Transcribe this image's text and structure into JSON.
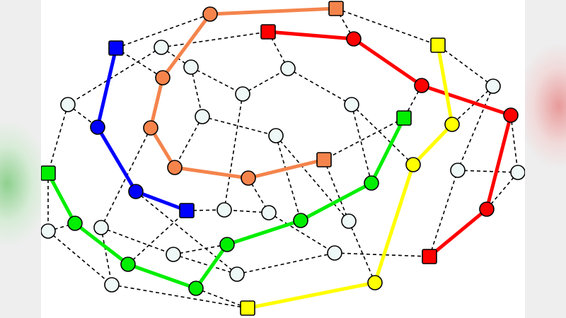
{
  "colors": {
    "orange": "#f4844c",
    "red": "#ff0000",
    "blue": "#0000ff",
    "green": "#00ee00",
    "yellow": "#ffff00",
    "empty": "#eef8f6",
    "edge": "#000000"
  },
  "nodes": [
    {
      "id": "A",
      "shape": "square",
      "color": "orange"
    },
    {
      "id": "B",
      "shape": "circle",
      "color": "orange"
    },
    {
      "id": "C",
      "shape": "circle",
      "color": "orange"
    },
    {
      "id": "D",
      "shape": "circle",
      "color": "orange"
    },
    {
      "id": "E",
      "shape": "circle",
      "color": "orange"
    },
    {
      "id": "F",
      "shape": "circle",
      "color": "orange"
    },
    {
      "id": "G",
      "shape": "square",
      "color": "orange"
    },
    {
      "id": "H",
      "shape": "square",
      "color": "red"
    },
    {
      "id": "I",
      "shape": "circle",
      "color": "red"
    },
    {
      "id": "J",
      "shape": "circle",
      "color": "red"
    },
    {
      "id": "K",
      "shape": "circle",
      "color": "red"
    },
    {
      "id": "L",
      "shape": "circle",
      "color": "red"
    },
    {
      "id": "M",
      "shape": "square",
      "color": "red"
    },
    {
      "id": "N",
      "shape": "square",
      "color": "blue"
    },
    {
      "id": "O",
      "shape": "circle",
      "color": "blue"
    },
    {
      "id": "P",
      "shape": "circle",
      "color": "blue"
    },
    {
      "id": "Q",
      "shape": "square",
      "color": "blue"
    },
    {
      "id": "R",
      "shape": "square",
      "color": "green"
    },
    {
      "id": "S",
      "shape": "circle",
      "color": "green"
    },
    {
      "id": "T",
      "shape": "circle",
      "color": "green"
    },
    {
      "id": "U",
      "shape": "circle",
      "color": "green"
    },
    {
      "id": "V",
      "shape": "circle",
      "color": "green"
    },
    {
      "id": "W",
      "shape": "circle",
      "color": "green"
    },
    {
      "id": "X",
      "shape": "circle",
      "color": "green"
    },
    {
      "id": "Y",
      "shape": "square",
      "color": "green"
    },
    {
      "id": "Z",
      "shape": "square",
      "color": "yellow"
    },
    {
      "id": "a",
      "shape": "circle",
      "color": "yellow"
    },
    {
      "id": "b",
      "shape": "circle",
      "color": "yellow"
    },
    {
      "id": "c",
      "shape": "circle",
      "color": "yellow"
    },
    {
      "id": "d",
      "shape": "square",
      "color": "yellow"
    },
    {
      "id": "w1",
      "shape": "circle",
      "color": "empty"
    },
    {
      "id": "w2",
      "shape": "circle",
      "color": "empty"
    },
    {
      "id": "w3",
      "shape": "circle",
      "color": "empty"
    },
    {
      "id": "w4",
      "shape": "circle",
      "color": "empty"
    },
    {
      "id": "w5",
      "shape": "circle",
      "color": "empty"
    },
    {
      "id": "w6",
      "shape": "circle",
      "color": "empty"
    },
    {
      "id": "w7",
      "shape": "circle",
      "color": "empty"
    },
    {
      "id": "w8",
      "shape": "circle",
      "color": "empty"
    },
    {
      "id": "w9",
      "shape": "circle",
      "color": "empty"
    },
    {
      "id": "w10",
      "shape": "circle",
      "color": "empty"
    },
    {
      "id": "w11",
      "shape": "circle",
      "color": "empty"
    },
    {
      "id": "w12",
      "shape": "circle",
      "color": "empty"
    },
    {
      "id": "w13",
      "shape": "circle",
      "color": "empty"
    },
    {
      "id": "w14",
      "shape": "circle",
      "color": "empty"
    },
    {
      "id": "w15",
      "shape": "circle",
      "color": "empty"
    },
    {
      "id": "w16",
      "shape": "circle",
      "color": "empty"
    },
    {
      "id": "w17",
      "shape": "circle",
      "color": "empty"
    },
    {
      "id": "w18",
      "shape": "circle",
      "color": "empty"
    },
    {
      "id": "w19",
      "shape": "circle",
      "color": "empty"
    },
    {
      "id": "w20",
      "shape": "circle",
      "color": "empty"
    }
  ],
  "paths": [
    {
      "color": "orange",
      "nodes": [
        "A",
        "B",
        "C",
        "D",
        "E",
        "F",
        "G"
      ]
    },
    {
      "color": "red",
      "nodes": [
        "H",
        "I",
        "J",
        "K",
        "L",
        "M"
      ]
    },
    {
      "color": "blue",
      "nodes": [
        "N",
        "O",
        "P",
        "Q"
      ]
    },
    {
      "color": "green",
      "nodes": [
        "R",
        "S",
        "T",
        "U",
        "V",
        "W",
        "X",
        "Y"
      ]
    },
    {
      "color": "yellow",
      "nodes": [
        "Z",
        "a",
        "b",
        "c",
        "d"
      ]
    }
  ],
  "edges": [
    [
      "N",
      "B"
    ],
    [
      "N",
      "C"
    ],
    [
      "w1",
      "H"
    ],
    [
      "w1",
      "w5"
    ],
    [
      "w1",
      "w2"
    ],
    [
      "w2",
      "w6"
    ],
    [
      "w2",
      "w4"
    ],
    [
      "w4",
      "w3"
    ],
    [
      "w4",
      "w12"
    ],
    [
      "w5",
      "O"
    ],
    [
      "w5",
      "R"
    ],
    [
      "w6",
      "w9"
    ],
    [
      "w6",
      "E"
    ],
    [
      "D",
      "w16"
    ],
    [
      "H",
      "w3"
    ],
    [
      "w3",
      "w7"
    ],
    [
      "w7",
      "b"
    ],
    [
      "w7",
      "X"
    ],
    [
      "w9",
      "W"
    ],
    [
      "w9",
      "w14"
    ],
    [
      "G",
      "w14"
    ],
    [
      "F",
      "w13"
    ],
    [
      "w13",
      "w12"
    ],
    [
      "w13",
      "w19"
    ],
    [
      "w14",
      "c"
    ],
    [
      "w19",
      "M"
    ],
    [
      "w18",
      "w19"
    ],
    [
      "M",
      "w10"
    ],
    [
      "w10",
      "w11"
    ],
    [
      "w8",
      "w10"
    ],
    [
      "w8",
      "a"
    ],
    [
      "w8",
      "Z"
    ],
    [
      "K",
      "w11"
    ],
    [
      "w11",
      "L"
    ],
    [
      "J",
      "Y"
    ],
    [
      "Y",
      "G"
    ],
    [
      "A",
      "I"
    ],
    [
      "A",
      "Z"
    ],
    [
      "R",
      "w15"
    ],
    [
      "w15",
      "S"
    ],
    [
      "w15",
      "w20"
    ],
    [
      "w16",
      "w20"
    ],
    [
      "w16",
      "w17"
    ],
    [
      "w17",
      "V"
    ],
    [
      "w17",
      "w18"
    ],
    [
      "T",
      "Q"
    ],
    [
      "P",
      "w18"
    ],
    [
      "Q",
      "w12"
    ],
    [
      "w20",
      "d"
    ],
    [
      "U",
      "d"
    ]
  ]
}
